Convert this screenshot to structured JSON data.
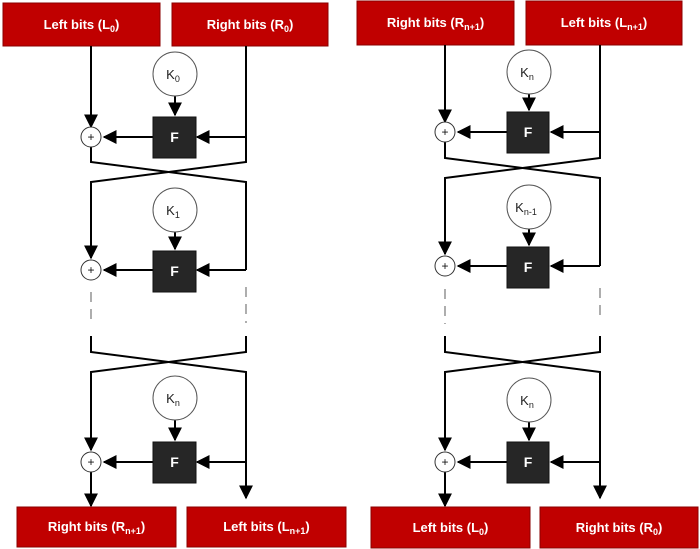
{
  "left_network": {
    "input_left": {
      "text": "Left bits (L",
      "sub": "0",
      "close": ")"
    },
    "input_right": {
      "text": "Right bits (R",
      "sub": "0",
      "close": ")"
    },
    "rounds": [
      {
        "key": {
          "text": "K",
          "sub": "0"
        },
        "function": "F",
        "xor": "+"
      },
      {
        "key": {
          "text": "K",
          "sub": "1"
        },
        "function": "F",
        "xor": "+"
      },
      {
        "key": {
          "text": "K",
          "sub": "n"
        },
        "function": "F",
        "xor": "+"
      }
    ],
    "output_left": {
      "text": "Right bits (R",
      "sub": "n+1",
      "close": ")"
    },
    "output_right": {
      "text": "Left bits (L",
      "sub": "n+1",
      "close": ")"
    }
  },
  "right_network": {
    "input_left": {
      "text": "Right bits (R",
      "sub": "n+1",
      "close": ")"
    },
    "input_right": {
      "text": "Left bits (L",
      "sub": "n+1",
      "close": ")"
    },
    "rounds": [
      {
        "key": {
          "text": "K",
          "sub": "n"
        },
        "function": "F",
        "xor": "+"
      },
      {
        "key": {
          "text": "K",
          "sub": "n-1"
        },
        "function": "F",
        "xor": "+"
      },
      {
        "key": {
          "text": "K",
          "sub": "n"
        },
        "function": "F",
        "xor": "+"
      }
    ],
    "output_left": {
      "text": "Left bits (L",
      "sub": "0",
      "close": ")"
    },
    "output_right": {
      "text": "Right bits (R",
      "sub": "0",
      "close": ")"
    }
  },
  "colors": {
    "box_fill": "#c00000",
    "function_fill": "#262626",
    "line": "#000000"
  }
}
